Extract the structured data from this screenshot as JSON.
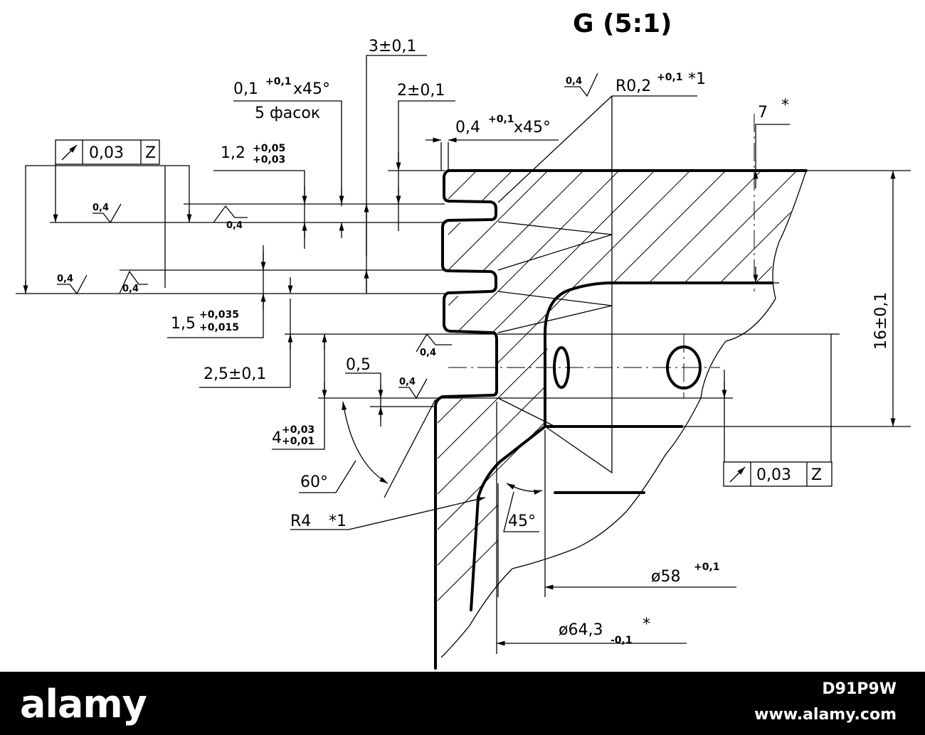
{
  "view_title": "G (5:1)",
  "dimensions": {
    "groove_width": "3±0,1",
    "chamfer_count_base": "0,1",
    "chamfer_count_tol": "+0,1",
    "chamfer_count_angle": "x45°",
    "chamfer_count_note": "5 фасок",
    "ring_width": "2±0,1",
    "chamfer_edge_base": "0,4",
    "chamfer_edge_tol": "+0,1",
    "chamfer_edge_angle": "x45°",
    "radius_top_base": "R0,2",
    "radius_top_tol": "+0,1",
    "radius_top_mark": "*1",
    "height_7": "7",
    "height_7_mark": "*",
    "groove_1_2_base": "1,2",
    "groove_1_2_upper": "+0,05",
    "groove_1_2_lower": "+0,03",
    "groove_1_5_base": "1,5",
    "groove_1_5_upper": "+0,035",
    "groove_1_5_lower": "+0,015",
    "depth_2_5": "2,5±0,1",
    "step_0_5": "0,5",
    "depth_4_base": "4",
    "depth_4_upper": "+0,03",
    "depth_4_lower": "+0,01",
    "angle_60": "60°",
    "radius_r4": "R4",
    "radius_r4_mark": "*1",
    "angle_45": "45°",
    "diameter_58_base": "ø58",
    "diameter_58_tol": "+0,1",
    "diameter_64_base": "ø64,3",
    "diameter_64_tol": "-0,1",
    "diameter_64_mark": "*",
    "total_height": "16±0,1"
  },
  "roughness_label": "0,4",
  "tolerance_frames": [
    {
      "symbol": "runout-arrow",
      "value": "0,03",
      "datum": "Z"
    },
    {
      "symbol": "runout-arrow",
      "value": "0,03",
      "datum": "Z"
    }
  ],
  "footer": {
    "logo": "alamy",
    "image_id": "D91P9W",
    "site": "www.alamy.com"
  },
  "colors": {
    "line": "#000000",
    "background": "#ffffff",
    "footer_bg": "#000000",
    "footer_text": "#ffffff"
  }
}
